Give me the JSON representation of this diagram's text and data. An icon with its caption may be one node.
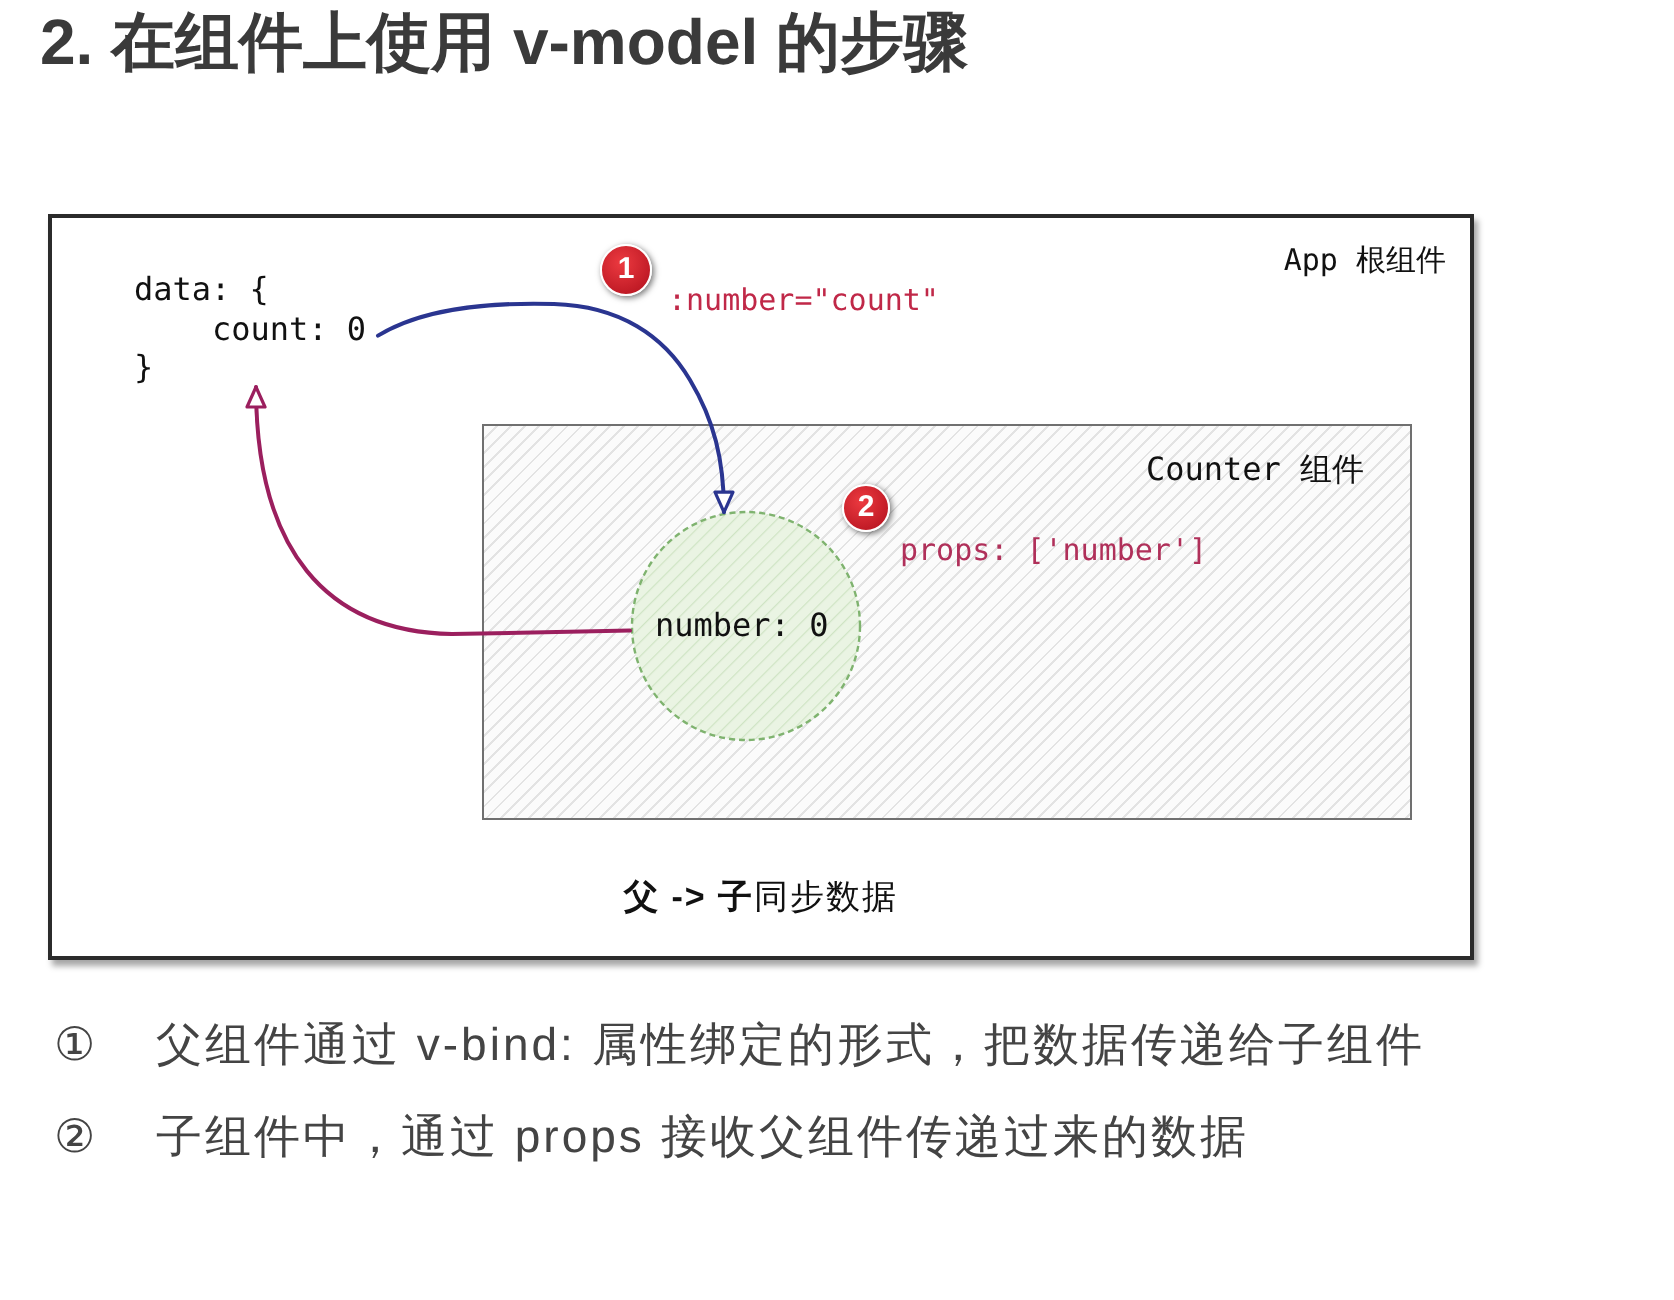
{
  "diagram": {
    "title": "2. 在组件上使用 v-model 的步骤",
    "nodes": [
      {
        "text": [
          "App 根组件"
        ]
      },
      {
        "text": [
          "data: {",
          "count: 0",
          "}"
        ],
        "in": 0
      },
      {
        "text": [
          "Counter 组件"
        ],
        "in": 0
      },
      {
        "text": [
          "number: 0"
        ],
        "in": 2
      }
    ],
    "edges": [
      {
        "from": 1,
        "to": 3,
        "arrow": "to",
        "label": ":number=\"count\"",
        "color": "#2a3590"
      },
      {
        "from": 3,
        "to": 1,
        "arrow": "to",
        "color": "#9b1f5e"
      }
    ],
    "labels": [
      "1",
      "2",
      "props: ['number']",
      "**父 -> 子**同步数据",
      "①",
      "父组件通过 v-bind: 属性绑定的形式，把数据传递给子组件",
      "②",
      "子组件中，通过 props 接收父组件传递过来的数据"
    ]
  }
}
